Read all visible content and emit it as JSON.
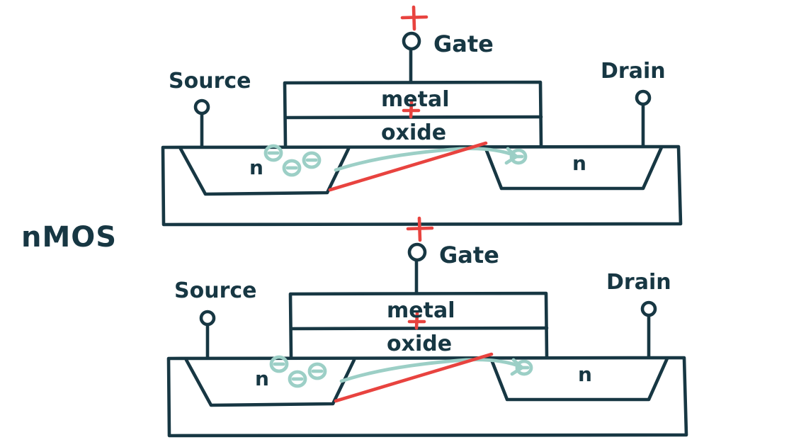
{
  "diagram": {
    "title": "nMOS",
    "colors": {
      "ink": "#173743",
      "positive": "#e8433f",
      "electron": "#9ccfc6"
    },
    "transistors": [
      {
        "labels": {
          "source": "Source",
          "drain": "Drain",
          "gate": "Gate",
          "metal": "metal",
          "oxide": "oxide",
          "source_region": "n",
          "drain_region": "n"
        },
        "gate_sign": "+",
        "charge_sign": "+",
        "electron_sign": "-",
        "electron_count": 4
      },
      {
        "labels": {
          "source": "Source",
          "drain": "Drain",
          "gate": "Gate",
          "metal": "metal",
          "oxide": "oxide",
          "source_region": "n",
          "drain_region": "n"
        },
        "gate_sign": "+",
        "charge_sign": "+",
        "electron_sign": "-",
        "electron_count": 4
      }
    ]
  }
}
